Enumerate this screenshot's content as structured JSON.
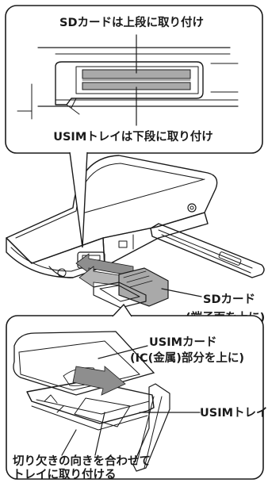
{
  "callouts": {
    "sd_slot": "SDカードは上段に取り付け",
    "usim_slot": "USIMトレイは下段に取り付け",
    "sd_card_line1": "SDカード",
    "sd_card_line2": "(端子面を上に)",
    "usim_card_line1": "USIMカード",
    "usim_card_line2": "(IC(金属)部分を上に)",
    "usim_tray": "USIMトレイ",
    "notch_line1": "切り欠きの向きを合わせて",
    "notch_line2": "トレイに取り付ける"
  },
  "colors": {
    "outline": "#1a1a1a",
    "card_fill": "#a9a9a9",
    "arrow_fill": "#8e8e8e",
    "panel_bg": "#ffffff"
  }
}
